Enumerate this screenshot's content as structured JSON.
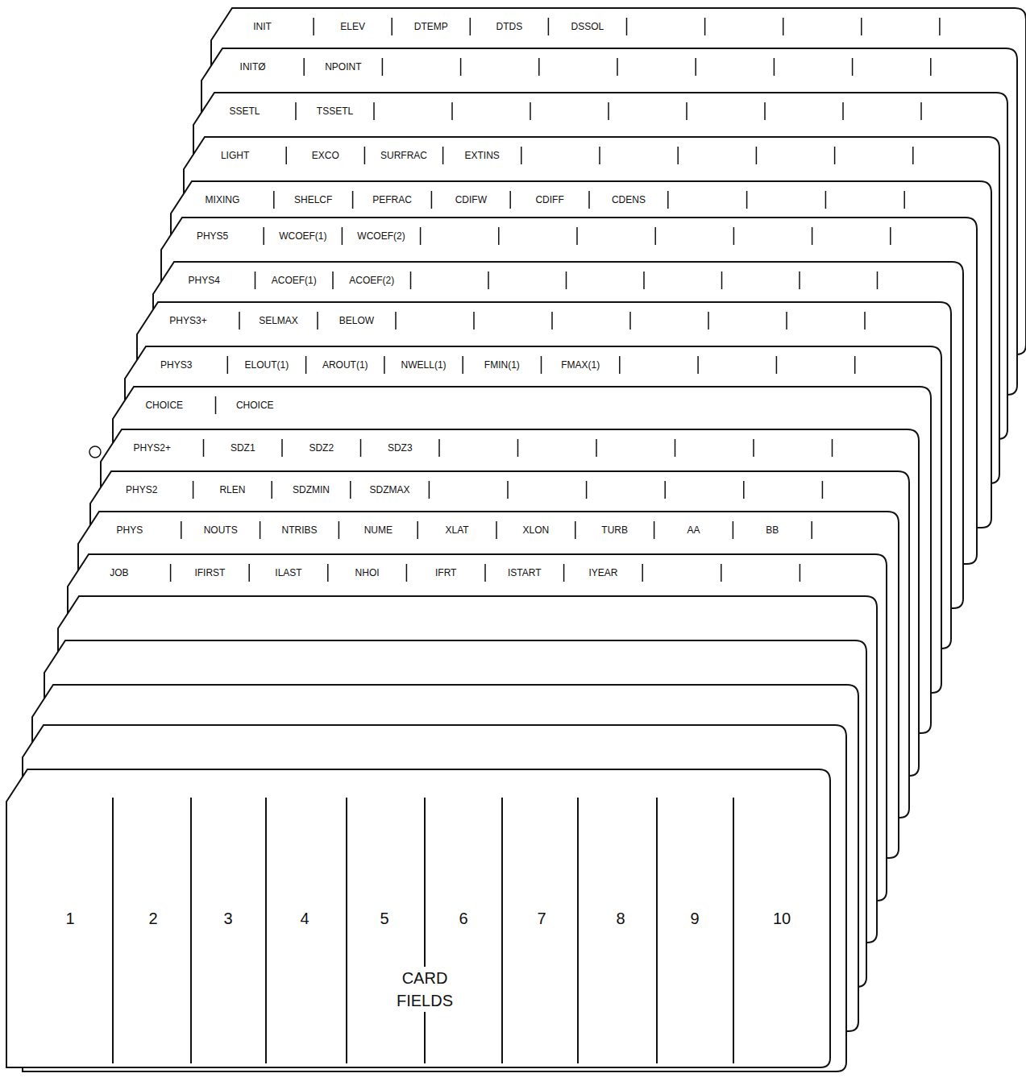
{
  "diagram": {
    "nodes": [
      {
        "text": [
          "INIT",
          "ELEV",
          "DTEMP",
          "DTDS",
          "DSSOL"
        ]
      },
      {
        "text": [
          "INITØ",
          "NPOINT"
        ]
      },
      {
        "text": [
          "SSETL",
          "TSSETL"
        ]
      },
      {
        "text": [
          "LIGHT",
          "EXCO",
          "SURFRAC",
          "EXTINS"
        ]
      },
      {
        "text": [
          "MIXING",
          "SHELCF",
          "PEFRAC",
          "CDIFW",
          "CDIFF",
          "CDENS"
        ]
      },
      {
        "text": [
          "PHYS5",
          "WCOEF(1)",
          "WCOEF(2)"
        ]
      },
      {
        "text": [
          "PHYS4",
          "ACOEF(1)",
          "ACOEF(2)"
        ]
      },
      {
        "text": [
          "PHYS3+",
          "SELMAX",
          "BELOW"
        ]
      },
      {
        "text": [
          "PHYS3",
          "ELOUT(1)",
          "AROUT(1)",
          "NWELL(1)",
          "FMIN(1)",
          "FMAX(1)"
        ]
      },
      {
        "text": [
          "CHOICE",
          "CHOICE"
        ]
      },
      {
        "text": [
          "PHYS2+",
          "SDZ1",
          "SDZ2",
          "SDZ3"
        ]
      },
      {
        "text": [
          "PHYS2",
          "RLEN",
          "SDZMIN",
          "SDZMAX"
        ]
      },
      {
        "text": [
          "PHYS",
          "NOUTS",
          "NTRIBS",
          "NUME",
          "XLAT",
          "XLON",
          "TURB",
          "AA",
          "BB"
        ]
      },
      {
        "text": [
          "JOB",
          "IFIRST",
          "ILAST",
          "NHOI",
          "IFRT",
          "ISTART",
          "IYEAR"
        ]
      },
      {
        "text": [
          "1",
          "2",
          "3",
          "4",
          "5",
          "6",
          "7",
          "8",
          "9",
          "10",
          "CARD FIELDS"
        ]
      }
    ]
  }
}
